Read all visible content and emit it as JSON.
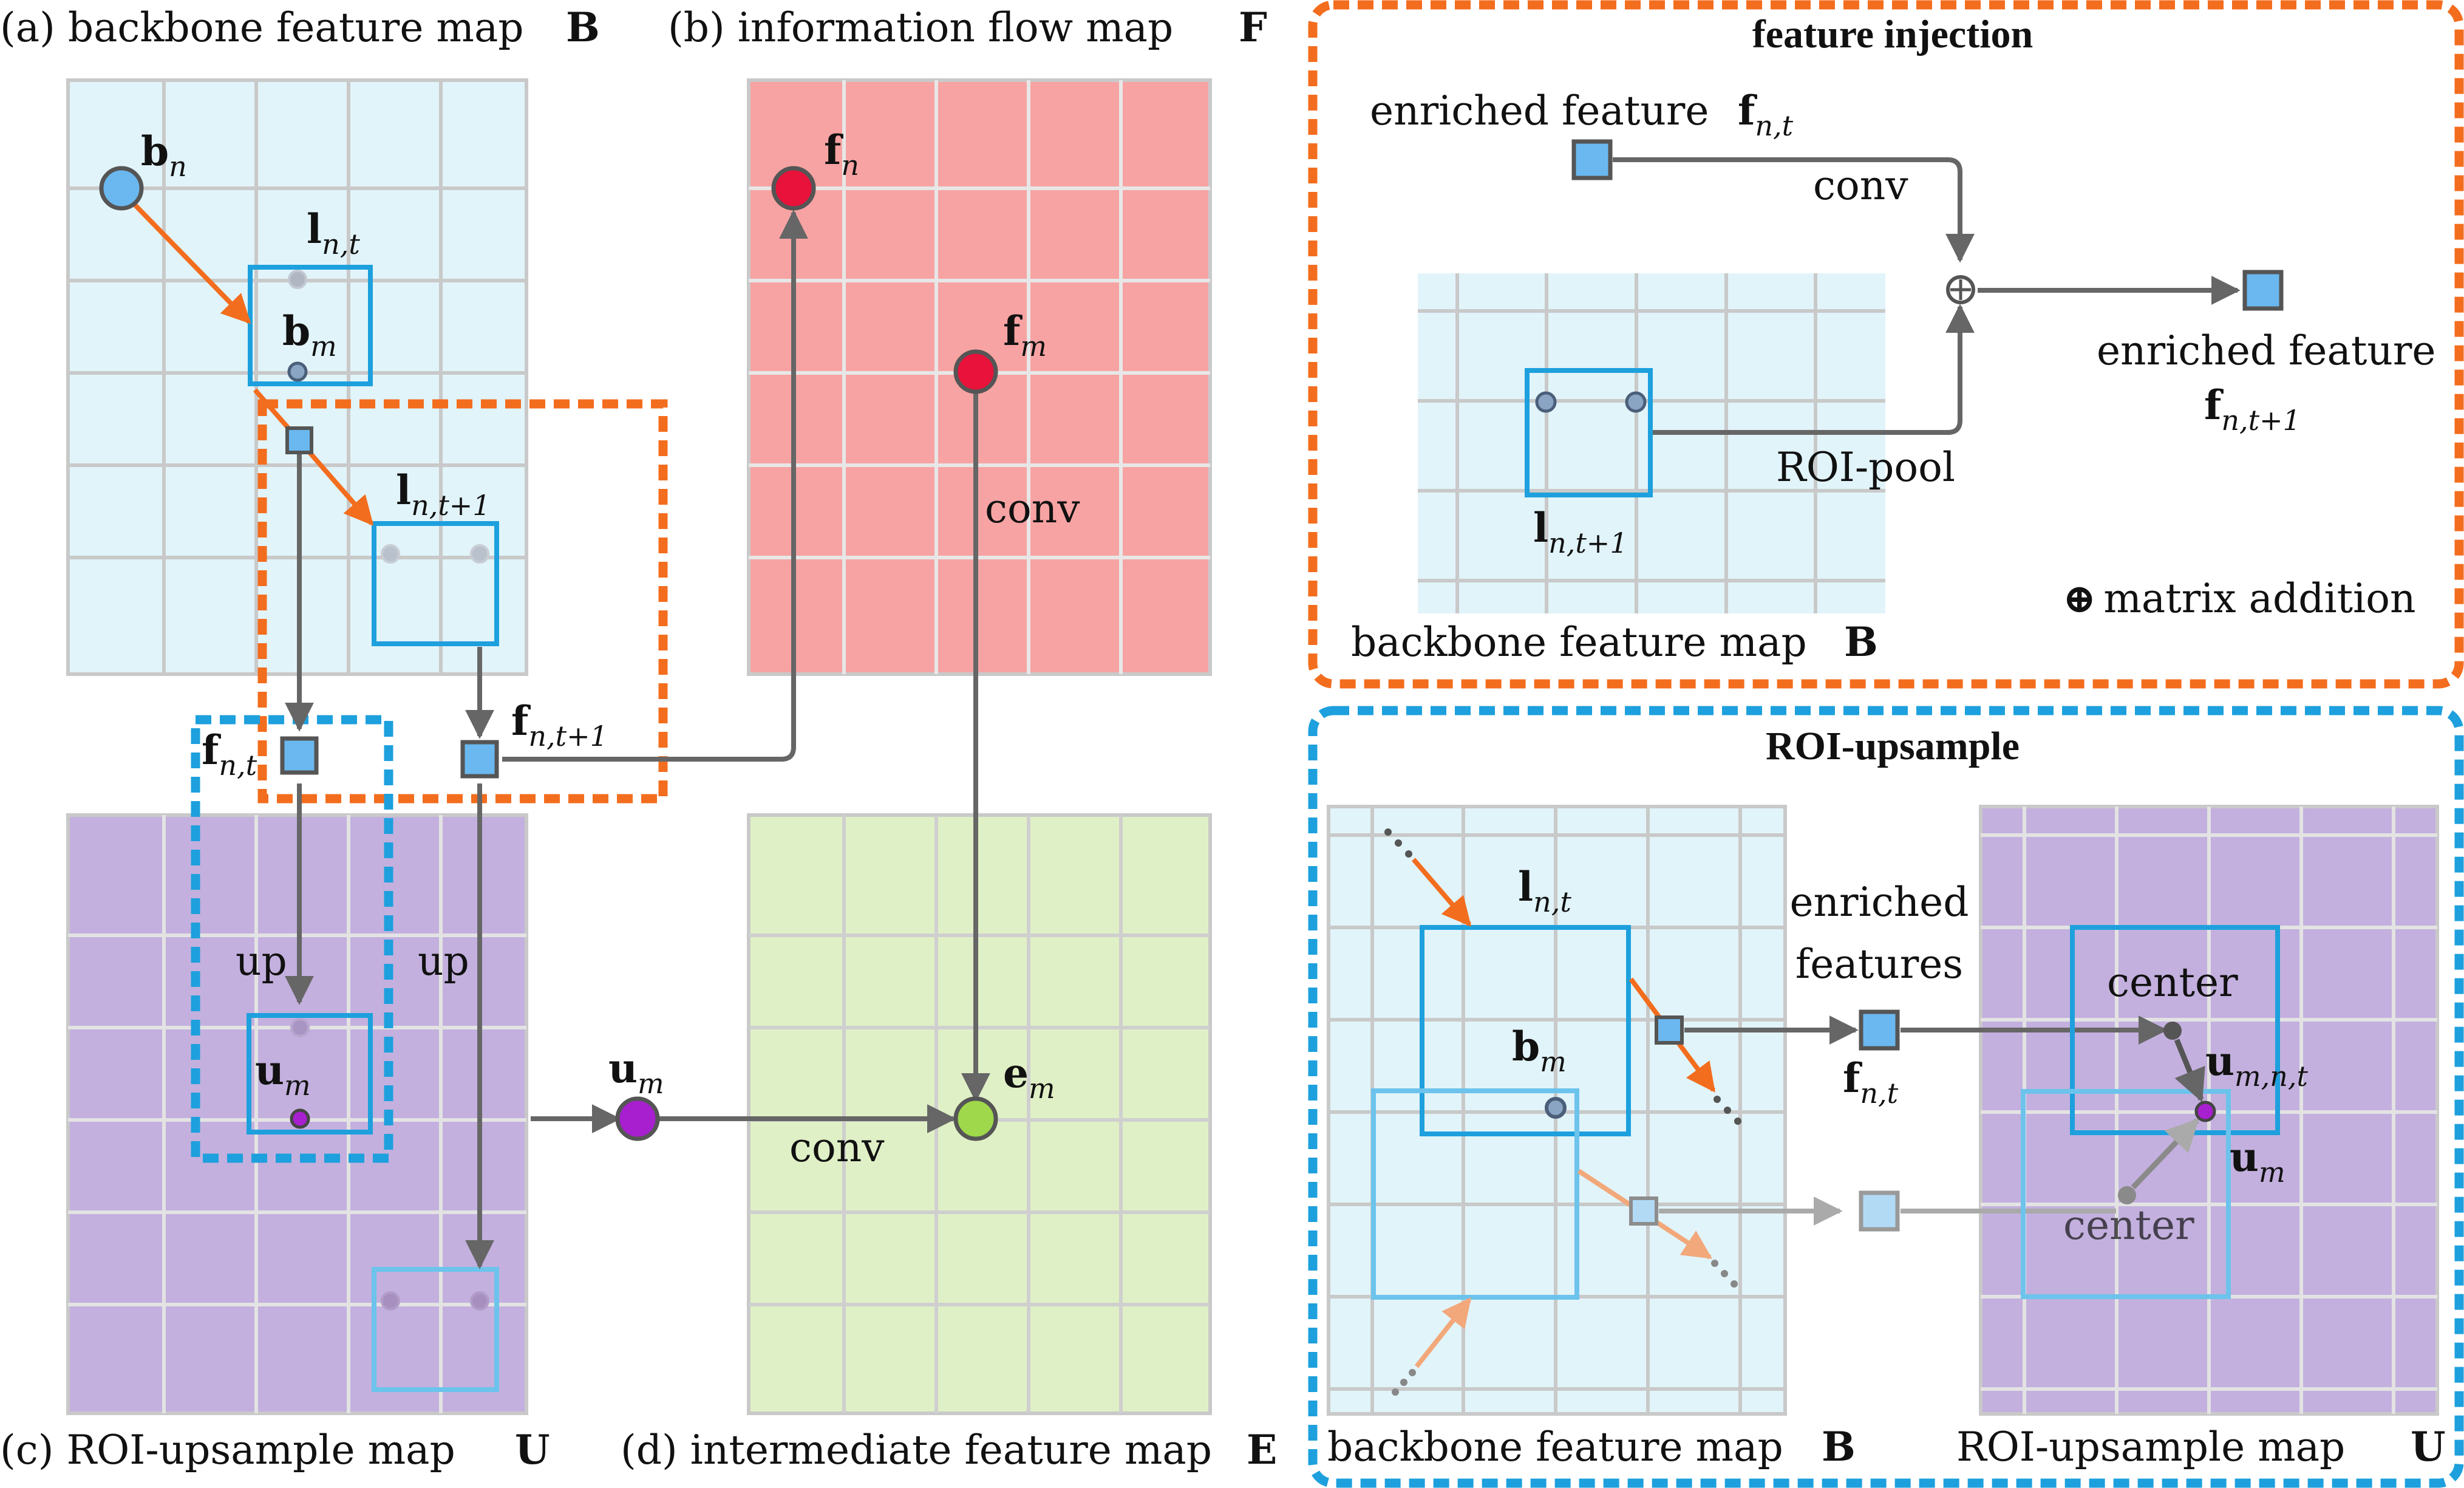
{
  "panels": {
    "a": {
      "caption": "(a) backbone feature map",
      "symbol": "B",
      "fill": "#e1f4fa"
    },
    "b": {
      "caption": "(b) information flow map",
      "symbol": "F",
      "fill": "#f7a3a3"
    },
    "c": {
      "caption": "(c) ROI-upsample map",
      "symbol": "U",
      "fill": "#c3b0de"
    },
    "d": {
      "caption": "(d) intermediate feature map",
      "symbol": "E",
      "fill": "#e0f0c6"
    }
  },
  "nodes": {
    "b_n": {
      "base": "b",
      "sub": "n"
    },
    "l_nt": {
      "base": "l",
      "sub": "n,t"
    },
    "b_m": {
      "base": "b",
      "sub": "m"
    },
    "l_nt1": {
      "base": "l",
      "sub": "n,t+1"
    },
    "f_nt": {
      "base": "f",
      "sub": "n,t"
    },
    "f_nt1": {
      "base": "f",
      "sub": "n,t+1"
    },
    "u_m": {
      "base": "u",
      "sub": "m"
    },
    "f_n": {
      "base": "f",
      "sub": "n"
    },
    "f_m": {
      "base": "f",
      "sub": "m"
    },
    "e_m": {
      "base": "e",
      "sub": "m"
    },
    "u_mnt": {
      "base": "u",
      "sub": "m,n,t"
    }
  },
  "edge_labels": {
    "up": "up",
    "conv": "conv",
    "roi_pool": "ROI-pool",
    "center": "center"
  },
  "feature_injection": {
    "title": "feature injection",
    "enriched_feature": "enriched feature",
    "backbone_caption": "backbone feature map",
    "legend_symbol": "⊕",
    "legend_text": "matrix addition"
  },
  "roi_upsample": {
    "title": "ROI-upsample",
    "enriched_line1": "enriched",
    "enriched_line2": "features",
    "backbone_caption": "backbone feature map",
    "upsample_caption": "ROI-upsample map"
  },
  "colors": {
    "orange": "#f36d1e",
    "light_orange": "#f2a87a",
    "blue": "#1da0dd",
    "light_blue": "#6cc3ec",
    "arrow_gray": "#666666",
    "grid": "#c9c9c9",
    "square": "#6ab8ef",
    "magenta": "#a81fcf",
    "red": "#e8123b",
    "lime": "#9fd84a"
  }
}
